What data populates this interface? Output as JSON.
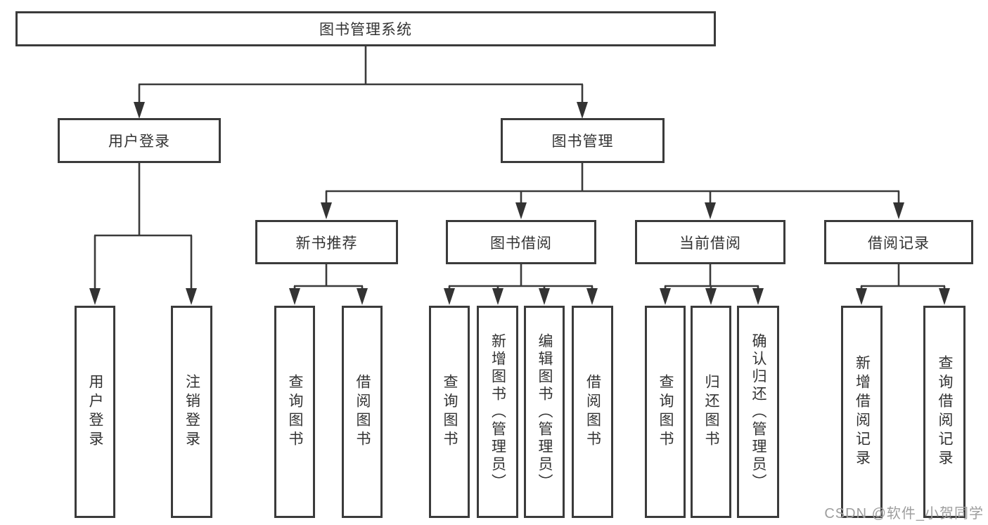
{
  "watermark": "CSDN @软件_小贺同学",
  "colors": {
    "line": "#3b3b3b",
    "text": "#333333",
    "watermark": "#9e9e9e",
    "background": "#ffffff"
  },
  "tree": {
    "root": {
      "label": "图书管理系统"
    },
    "branches": [
      {
        "label": "用户登录",
        "children": [
          {
            "label": "用户登录"
          },
          {
            "label": "注销登录"
          }
        ]
      },
      {
        "label": "图书管理",
        "children": [
          {
            "label": "新书推荐",
            "children": [
              {
                "label": "查询图书"
              },
              {
                "label": "借阅图书"
              }
            ]
          },
          {
            "label": "图书借阅",
            "children": [
              {
                "label": "查询图书"
              },
              {
                "label": "新增图书（管理员）"
              },
              {
                "label": "编辑图书（管理员）"
              },
              {
                "label": "借阅图书"
              }
            ]
          },
          {
            "label": "当前借阅",
            "children": [
              {
                "label": "查询图书"
              },
              {
                "label": "归还图书"
              },
              {
                "label": "确认归还（管理员）"
              }
            ]
          },
          {
            "label": "借阅记录",
            "children": [
              {
                "label": "新增借阅记录"
              },
              {
                "label": "查询借阅记录"
              }
            ]
          }
        ]
      }
    ]
  }
}
